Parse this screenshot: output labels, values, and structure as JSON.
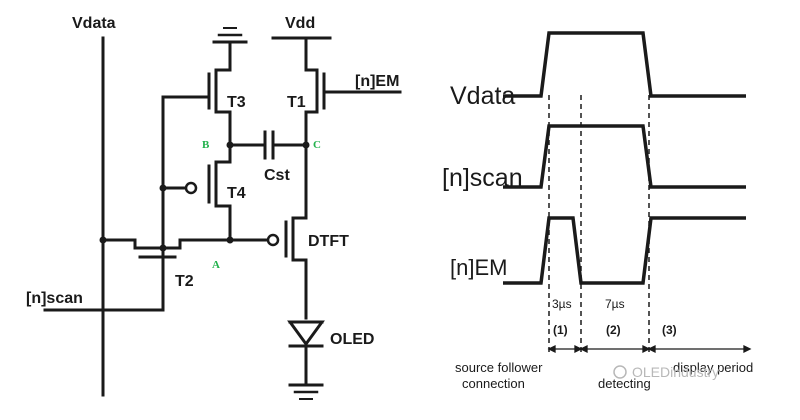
{
  "circuit": {
    "vdata": "Vdata",
    "vdd": "Vdd",
    "em": "[n]EM",
    "scan": "[n]scan",
    "t1": "T1",
    "t2": "T2",
    "t3": "T3",
    "t4": "T4",
    "cst": "Cst",
    "dtft": "DTFT",
    "oled": "OLED",
    "node_a": "A",
    "node_b": "B",
    "node_c": "C"
  },
  "timing": {
    "signals": [
      "Vdata",
      "[n]scan",
      "[n]EM"
    ],
    "durations": [
      "3µs",
      "7µs"
    ],
    "phases": [
      "(1)",
      "(2)",
      "(3)"
    ],
    "phase_labels": {
      "p1_line1": "source follower",
      "p1_line2": "connection",
      "p2": "detecting",
      "p3": "display period"
    }
  },
  "watermark": "OLEDindustry",
  "colors": {
    "line": "#1a1a1a",
    "node_label": "#22b14c",
    "watermark": "#b8b8b8"
  }
}
